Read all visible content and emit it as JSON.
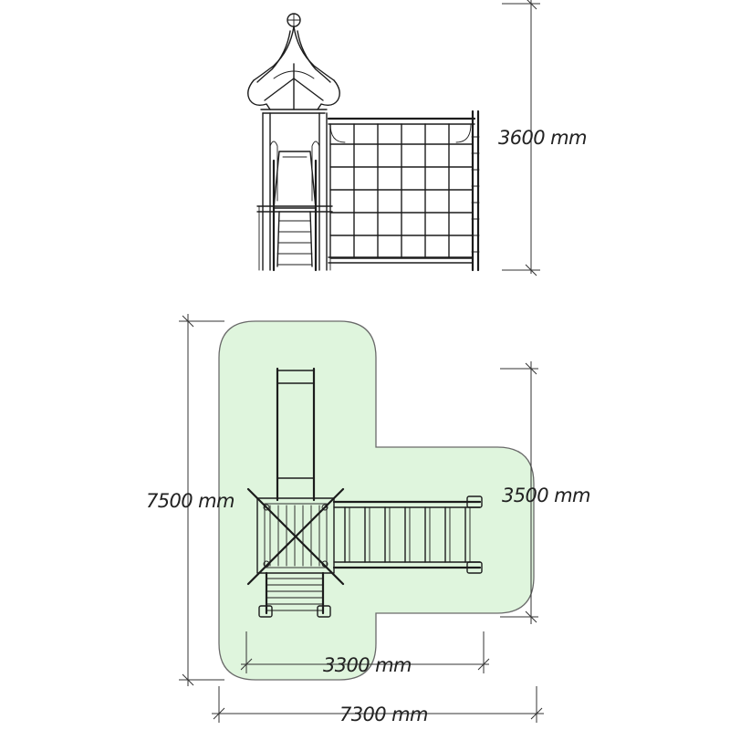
{
  "colors": {
    "safety_zone_fill": "#dff5dd",
    "safety_zone_stroke": "#6a6a6a",
    "line": "#1c1c1c",
    "dimension_line": "#333333"
  },
  "elevation_view": {
    "height_dimension": "3600 mm"
  },
  "plan_view": {
    "overall_depth_dimension": "7500 mm",
    "wing_depth_dimension": "3500 mm",
    "equipment_width_dimension": "3300 mm",
    "overall_width_dimension": "7300 mm"
  },
  "icons": [
    "tower-roof-finial",
    "climbing-net-grid",
    "slide",
    "ladder",
    "monkey-bars"
  ]
}
